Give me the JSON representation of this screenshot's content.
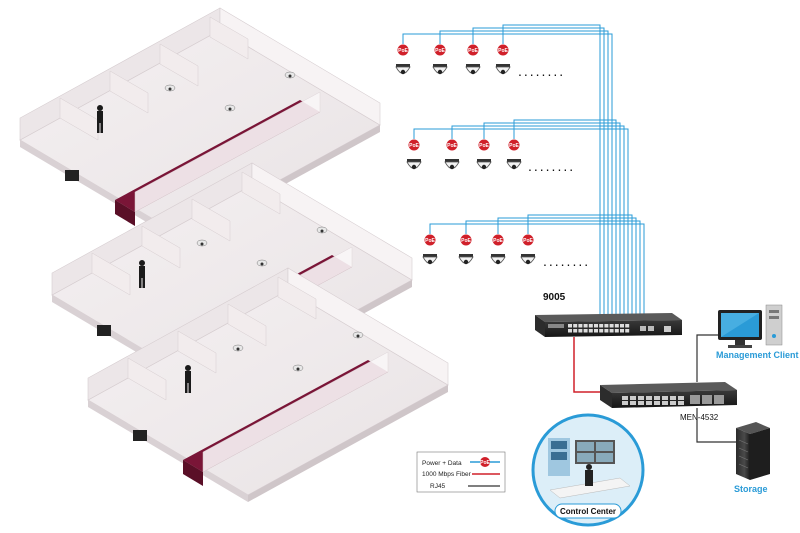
{
  "switch_poe": {
    "model": "9005"
  },
  "switch_core": {
    "model": "MEN-4532"
  },
  "management": {
    "label": "Management Client"
  },
  "storage": {
    "label": "Storage"
  },
  "control_center": {
    "label": "Control Center"
  },
  "poe_badge": "PoE",
  "legend": {
    "items": [
      {
        "label": "Power + Data",
        "color": "#2a9bd7"
      },
      {
        "label": "1000 Mbps Fiber",
        "color": "#d0202a"
      },
      {
        "label": "RJ45",
        "color": "#333333"
      }
    ]
  },
  "colors": {
    "poe_line": "#2a9bd7",
    "fiber": "#d0202a",
    "rj45": "#333333",
    "corridor": "#7a1537",
    "poe_badge": "#d0202a"
  },
  "camera_rows": [
    {
      "count": 4,
      "more": "........"
    },
    {
      "count": 4,
      "more": "........"
    },
    {
      "count": 4,
      "more": "........"
    }
  ]
}
